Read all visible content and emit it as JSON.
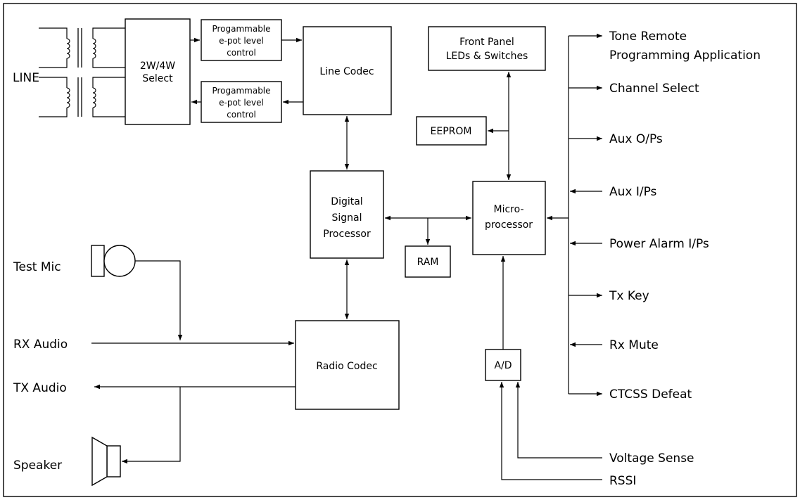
{
  "blocks": {
    "select": [
      "2W/4W",
      "Select"
    ],
    "epot_top": [
      "Progammable",
      "e-pot level",
      "control"
    ],
    "epot_bottom": [
      "Progammable",
      "e-pot level",
      "control"
    ],
    "line_codec": [
      "Line Codec"
    ],
    "front_panel": [
      "Front Panel",
      "LEDs & Switches"
    ],
    "eeprom": [
      "EEPROM"
    ],
    "dsp": [
      "Digital",
      "Signal",
      "Processor"
    ],
    "ram": [
      "RAM"
    ],
    "micro": [
      "Micro-",
      "processor"
    ],
    "radio_codec": [
      "Radio Codec"
    ],
    "ad": [
      "A/D"
    ]
  },
  "left_labels": {
    "line": "LINE",
    "test_mic": "Test Mic",
    "rx_audio": "RX Audio",
    "tx_audio": "TX Audio",
    "speaker": "Speaker"
  },
  "bus_labels": [
    {
      "text": [
        "Tone Remote",
        "Programming Application"
      ],
      "direction": "out"
    },
    {
      "text": [
        "Channel Select"
      ],
      "direction": "out"
    },
    {
      "text": [
        "Aux O/Ps"
      ],
      "direction": "out"
    },
    {
      "text": [
        "Aux I/Ps"
      ],
      "direction": "in"
    },
    {
      "text": [
        "Power Alarm I/Ps"
      ],
      "direction": "in"
    },
    {
      "text": [
        "Tx Key"
      ],
      "direction": "out"
    },
    {
      "text": [
        "Rx Mute"
      ],
      "direction": "in"
    },
    {
      "text": [
        "CTCSS Defeat"
      ],
      "direction": "out"
    }
  ],
  "sense_labels": {
    "voltage": "Voltage Sense",
    "rssi": "RSSI"
  },
  "colors": {
    "line": "#000000",
    "background": "#ffffff"
  }
}
